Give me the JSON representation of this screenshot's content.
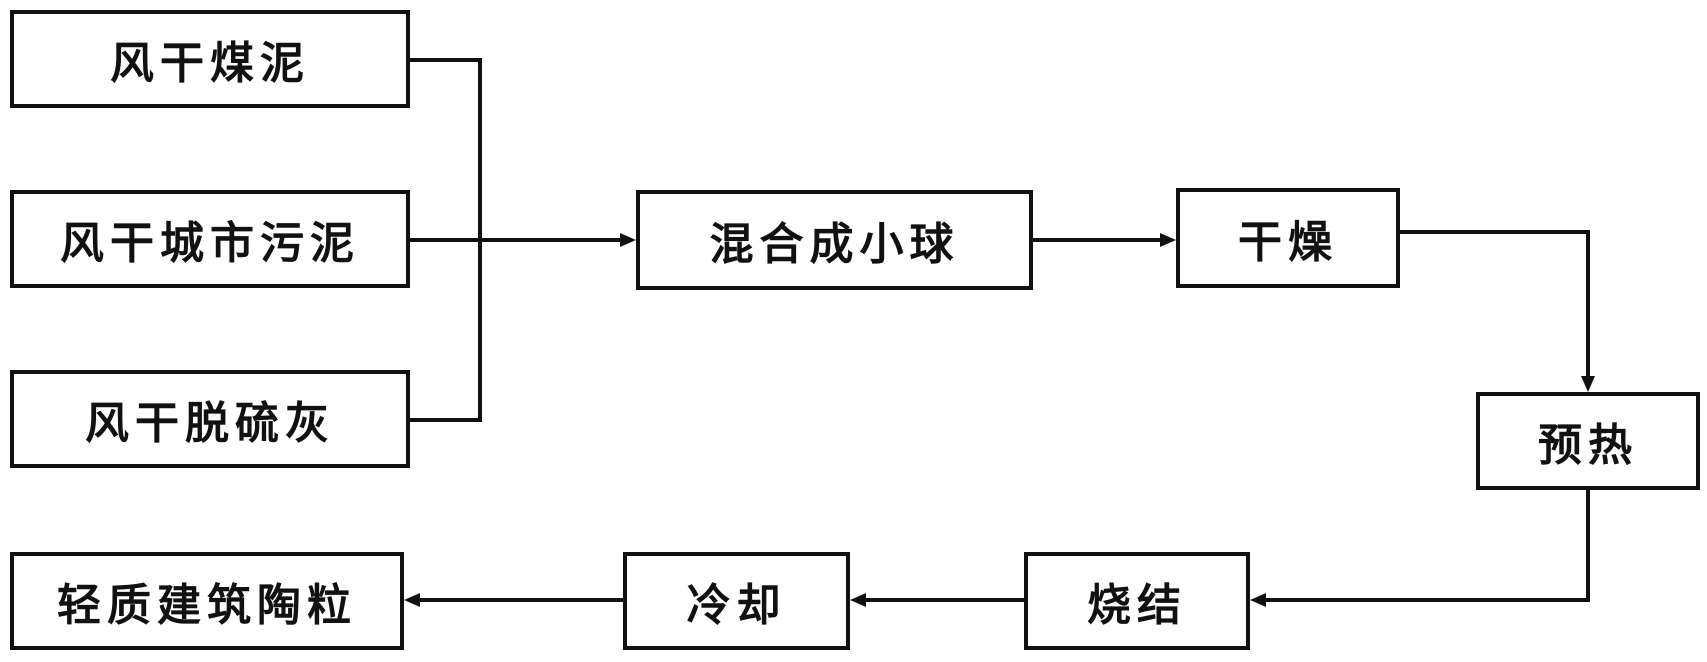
{
  "diagram": {
    "nodes": [
      {
        "id": "coal-sludge",
        "label": "风干煤泥"
      },
      {
        "id": "city-sludge",
        "label": "风干城市污泥"
      },
      {
        "id": "desulfurization-ash",
        "label": "风干脱硫灰"
      },
      {
        "id": "mix-pellets",
        "label": "混合成小球"
      },
      {
        "id": "drying",
        "label": "干燥"
      },
      {
        "id": "preheating",
        "label": "预热"
      },
      {
        "id": "sintering",
        "label": "烧结"
      },
      {
        "id": "cooling",
        "label": "冷却"
      },
      {
        "id": "product",
        "label": "轻质建筑陶粒"
      }
    ],
    "edges": [
      {
        "from": "coal-sludge",
        "to": "mix-pellets"
      },
      {
        "from": "city-sludge",
        "to": "mix-pellets"
      },
      {
        "from": "desulfurization-ash",
        "to": "mix-pellets"
      },
      {
        "from": "mix-pellets",
        "to": "drying"
      },
      {
        "from": "drying",
        "to": "preheating"
      },
      {
        "from": "preheating",
        "to": "sintering"
      },
      {
        "from": "sintering",
        "to": "cooling"
      },
      {
        "from": "cooling",
        "to": "product"
      }
    ]
  }
}
